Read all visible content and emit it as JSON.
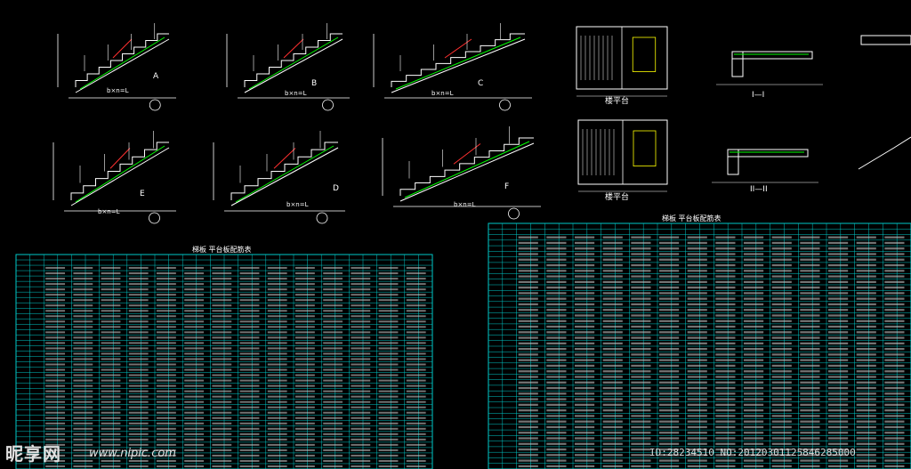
{
  "drawing": {
    "stair_labels": [
      "A",
      "B",
      "C",
      "D",
      "E",
      "F"
    ],
    "section_labels": [
      "I—I",
      "II—II"
    ],
    "plan_labels": [
      "楼平台",
      "楼平台"
    ],
    "table_titles": [
      "梯板 平台板配筋表",
      "梯板 平台板配筋表"
    ],
    "dim_labels": [
      "b×n=L",
      "b×n=L",
      "b×n=L",
      "b×n=L",
      "b×n=L",
      "b×n=L"
    ]
  },
  "watermark": {
    "logo": "昵享网",
    "url": "www.nipic.com",
    "id": "ID:28234510 NO:20120301125846285000"
  },
  "colors": {
    "background": "#000000",
    "line_white": "#ffffff",
    "line_green": "#00ff00",
    "line_cyan": "#00ffff",
    "line_yellow": "#ffff00",
    "line_red": "#ff3030",
    "table_grid": "#00c8c8"
  }
}
